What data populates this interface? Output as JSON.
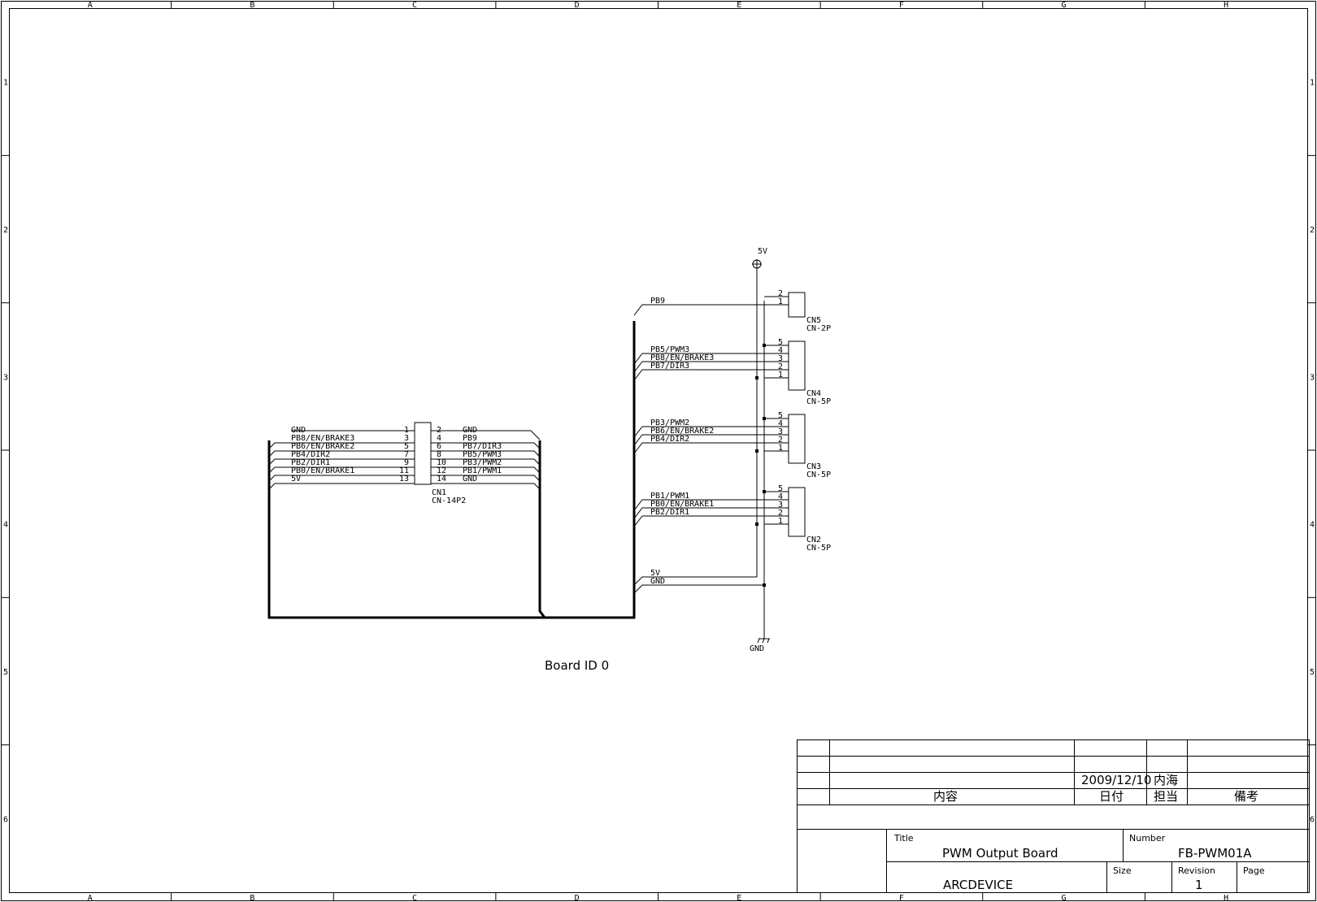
{
  "border": {
    "columns": [
      "A",
      "B",
      "C",
      "D",
      "E",
      "F",
      "G",
      "H"
    ],
    "rows": [
      "1",
      "2",
      "3",
      "4",
      "5",
      "6"
    ]
  },
  "power": {
    "vcc_label": "5V",
    "gnd_label": "GND"
  },
  "board_label": "Board ID 0",
  "cn1": {
    "ref": "CN1",
    "part": "CN-14P2",
    "left_pins": [
      {
        "num": "1",
        "net": "GND"
      },
      {
        "num": "3",
        "net": "PB8/EN/BRAKE3"
      },
      {
        "num": "5",
        "net": "PB6/EN/BRAKE2"
      },
      {
        "num": "7",
        "net": "PB4/DIR2"
      },
      {
        "num": "9",
        "net": "PB2/DIR1"
      },
      {
        "num": "11",
        "net": "PB0/EN/BRAKE1"
      },
      {
        "num": "13",
        "net": "5V"
      }
    ],
    "right_pins": [
      {
        "num": "2",
        "net": "GND"
      },
      {
        "num": "4",
        "net": "PB9"
      },
      {
        "num": "6",
        "net": "PB7/DIR3"
      },
      {
        "num": "8",
        "net": "PB5/PWM3"
      },
      {
        "num": "10",
        "net": "PB3/PWM2"
      },
      {
        "num": "12",
        "net": "PB1/PWM1"
      },
      {
        "num": "14",
        "net": "GND"
      }
    ]
  },
  "connectors": [
    {
      "ref": "CN5",
      "part": "CN-2P",
      "pins": [
        "2",
        "1"
      ],
      "nets": [
        "PB9"
      ]
    },
    {
      "ref": "CN4",
      "part": "CN-5P",
      "pins": [
        "5",
        "4",
        "3",
        "2",
        "1"
      ],
      "nets": [
        "PB5/PWM3",
        "PB8/EN/BRAKE3",
        "PB7/DIR3"
      ]
    },
    {
      "ref": "CN3",
      "part": "CN-5P",
      "pins": [
        "5",
        "4",
        "3",
        "2",
        "1"
      ],
      "nets": [
        "PB3/PWM2",
        "PB6/EN/BRAKE2",
        "PB4/DIR2"
      ]
    },
    {
      "ref": "CN2",
      "part": "CN-5P",
      "pins": [
        "5",
        "4",
        "3",
        "2",
        "1"
      ],
      "nets": [
        "PB1/PWM1",
        "PB0/EN/BRAKE1",
        "PB2/DIR1"
      ]
    }
  ],
  "bus_power_nets": [
    "5V",
    "GND"
  ],
  "title_block": {
    "revision_row": {
      "date": "2009/12/10",
      "person": "内海"
    },
    "headers": {
      "content": "内容",
      "date": "日付",
      "person": "担当",
      "remarks": "備考"
    },
    "title_label": "Title",
    "title": "PWM Output Board",
    "number_label": "Number",
    "number": "FB-PWM01A",
    "company": "ARCDEVICE",
    "size_label": "Size",
    "size": "",
    "revision_label": "Revision",
    "revision": "1",
    "page_label": "Page",
    "page": ""
  }
}
